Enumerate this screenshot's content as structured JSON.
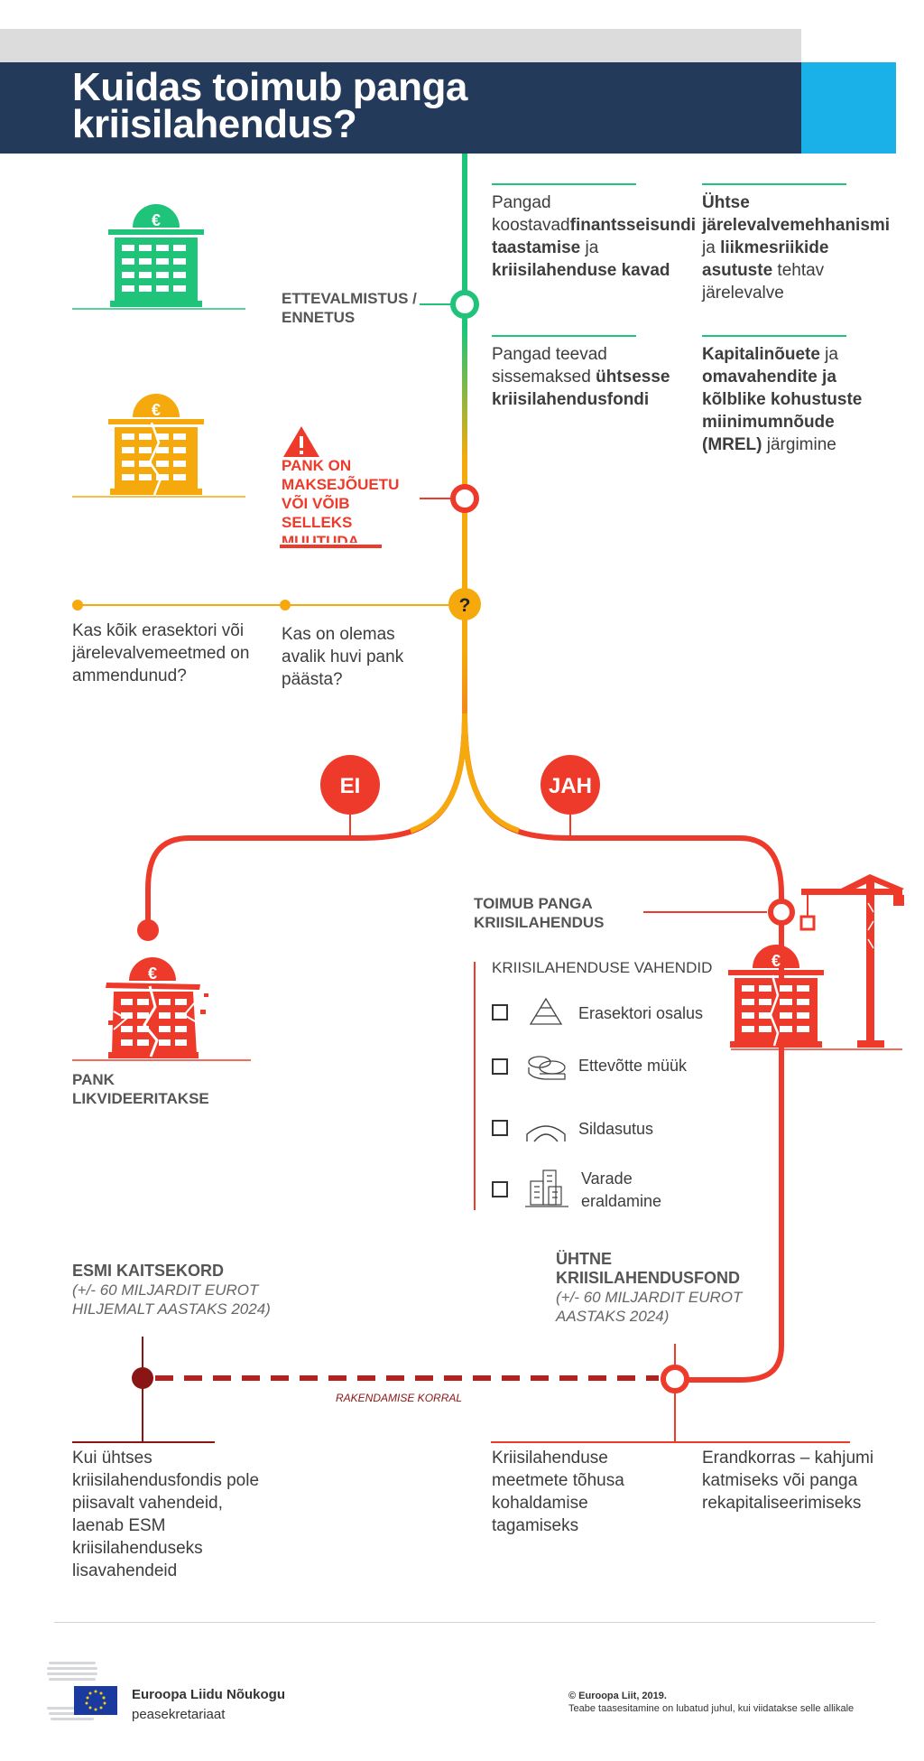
{
  "title": {
    "line1": "Kuidas toimub panga",
    "line2": "kriisilahendus?"
  },
  "colors": {
    "green": "#1fc47a",
    "amber": "#f6a90c",
    "red": "#ee3a2a",
    "darkred": "#8a1515",
    "navy": "#233a5a",
    "blue": "#1ab0e8"
  },
  "stage_prep": {
    "label_line1": "ETTEVALMISTUS /",
    "label_line2": "ENNETUS",
    "col1_a": {
      "t1": "Pangad koostavad",
      "b1": "finantsseisundi taastamise",
      "t2": " ja ",
      "b2": "kriisilahenduse kavad"
    },
    "col2_a": {
      "b1": "Ühtse järelevalvemehhanismi",
      "t1": " ja ",
      "b2": "liikmesriikide asutuste",
      "t2": " tehtav järelevalve"
    },
    "col1_b": {
      "t1": "Pangad teevad sissemaksed ",
      "b1": "ühtsesse kriisilahendusfondi"
    },
    "col2_b": {
      "b1": "Kapitalinõuete",
      "t1": " ja ",
      "b2": "omavahendite ja kõlblike kohustuste miinimumnõude (MREL)",
      "t2": " järgimine"
    }
  },
  "stage_failing": {
    "line1": "PANK ON",
    "line2": "MAKSEJÕUETU",
    "line3": "VÕI VÕIB",
    "line4": "SELLEKS",
    "line5": "MUUTUDA"
  },
  "question": {
    "symbol": "?",
    "q1": "Kas kõik erasektori või järelevalvemeetmed on ammendunud?",
    "q2": "Kas on olemas avalik huvi pank päästa?"
  },
  "branches": {
    "no": "EI",
    "yes": "JAH"
  },
  "liquidation": {
    "line1": "PANK",
    "line2": "LIKVIDEERITAKSE"
  },
  "resolution": {
    "line1": "TOIMUB PANGA",
    "line2": "KRIISILAHENDUS",
    "tools_title": "KRIISILAHENDUSE VAHENDID",
    "tools": [
      {
        "label": "Erasektori osalus",
        "icon": "pyramid-icon"
      },
      {
        "label": "Ettevõtte müük",
        "icon": "coins-icon"
      },
      {
        "label": "Sildasutus",
        "icon": "bridge-icon"
      },
      {
        "label_line1": "Varade",
        "label_line2": "eraldamine",
        "icon": "buildings-icon"
      }
    ]
  },
  "esm": {
    "title": "ESMI KAITSEKORD",
    "sub1": "(+/- 60 MILJARDIT EUROT",
    "sub2": "HILJEMALT AASTAKS 2024)",
    "desc": "Kui ühtses kriisilahendusfondis pole piisavalt vahendeid, laenab ESM kriisilahenduseks lisavahendeid"
  },
  "srf": {
    "title1": "ÜHTNE",
    "title2": "KRIISILAHENDUSFOND",
    "sub1": "(+/- 60 MILJARDIT EUROT",
    "sub2": "AASTAKS 2024)",
    "desc1": "Kriisilahenduse meetmete tõhusa kohaldamise tagamiseks",
    "desc2": "Erandkorras – kahjumi katmiseks või panga rekapitaliseerimiseks"
  },
  "dashed_label": "RAKENDAMISE KORRAL",
  "footer": {
    "org_line1": "Euroopa Liidu Nõukogu",
    "org_line2": "peasekretariaat",
    "copyright": "© Euroopa Liit, 2019.",
    "notice": "Teabe taasesitamine on lubatud juhul, kui viidatakse selle allikale"
  }
}
